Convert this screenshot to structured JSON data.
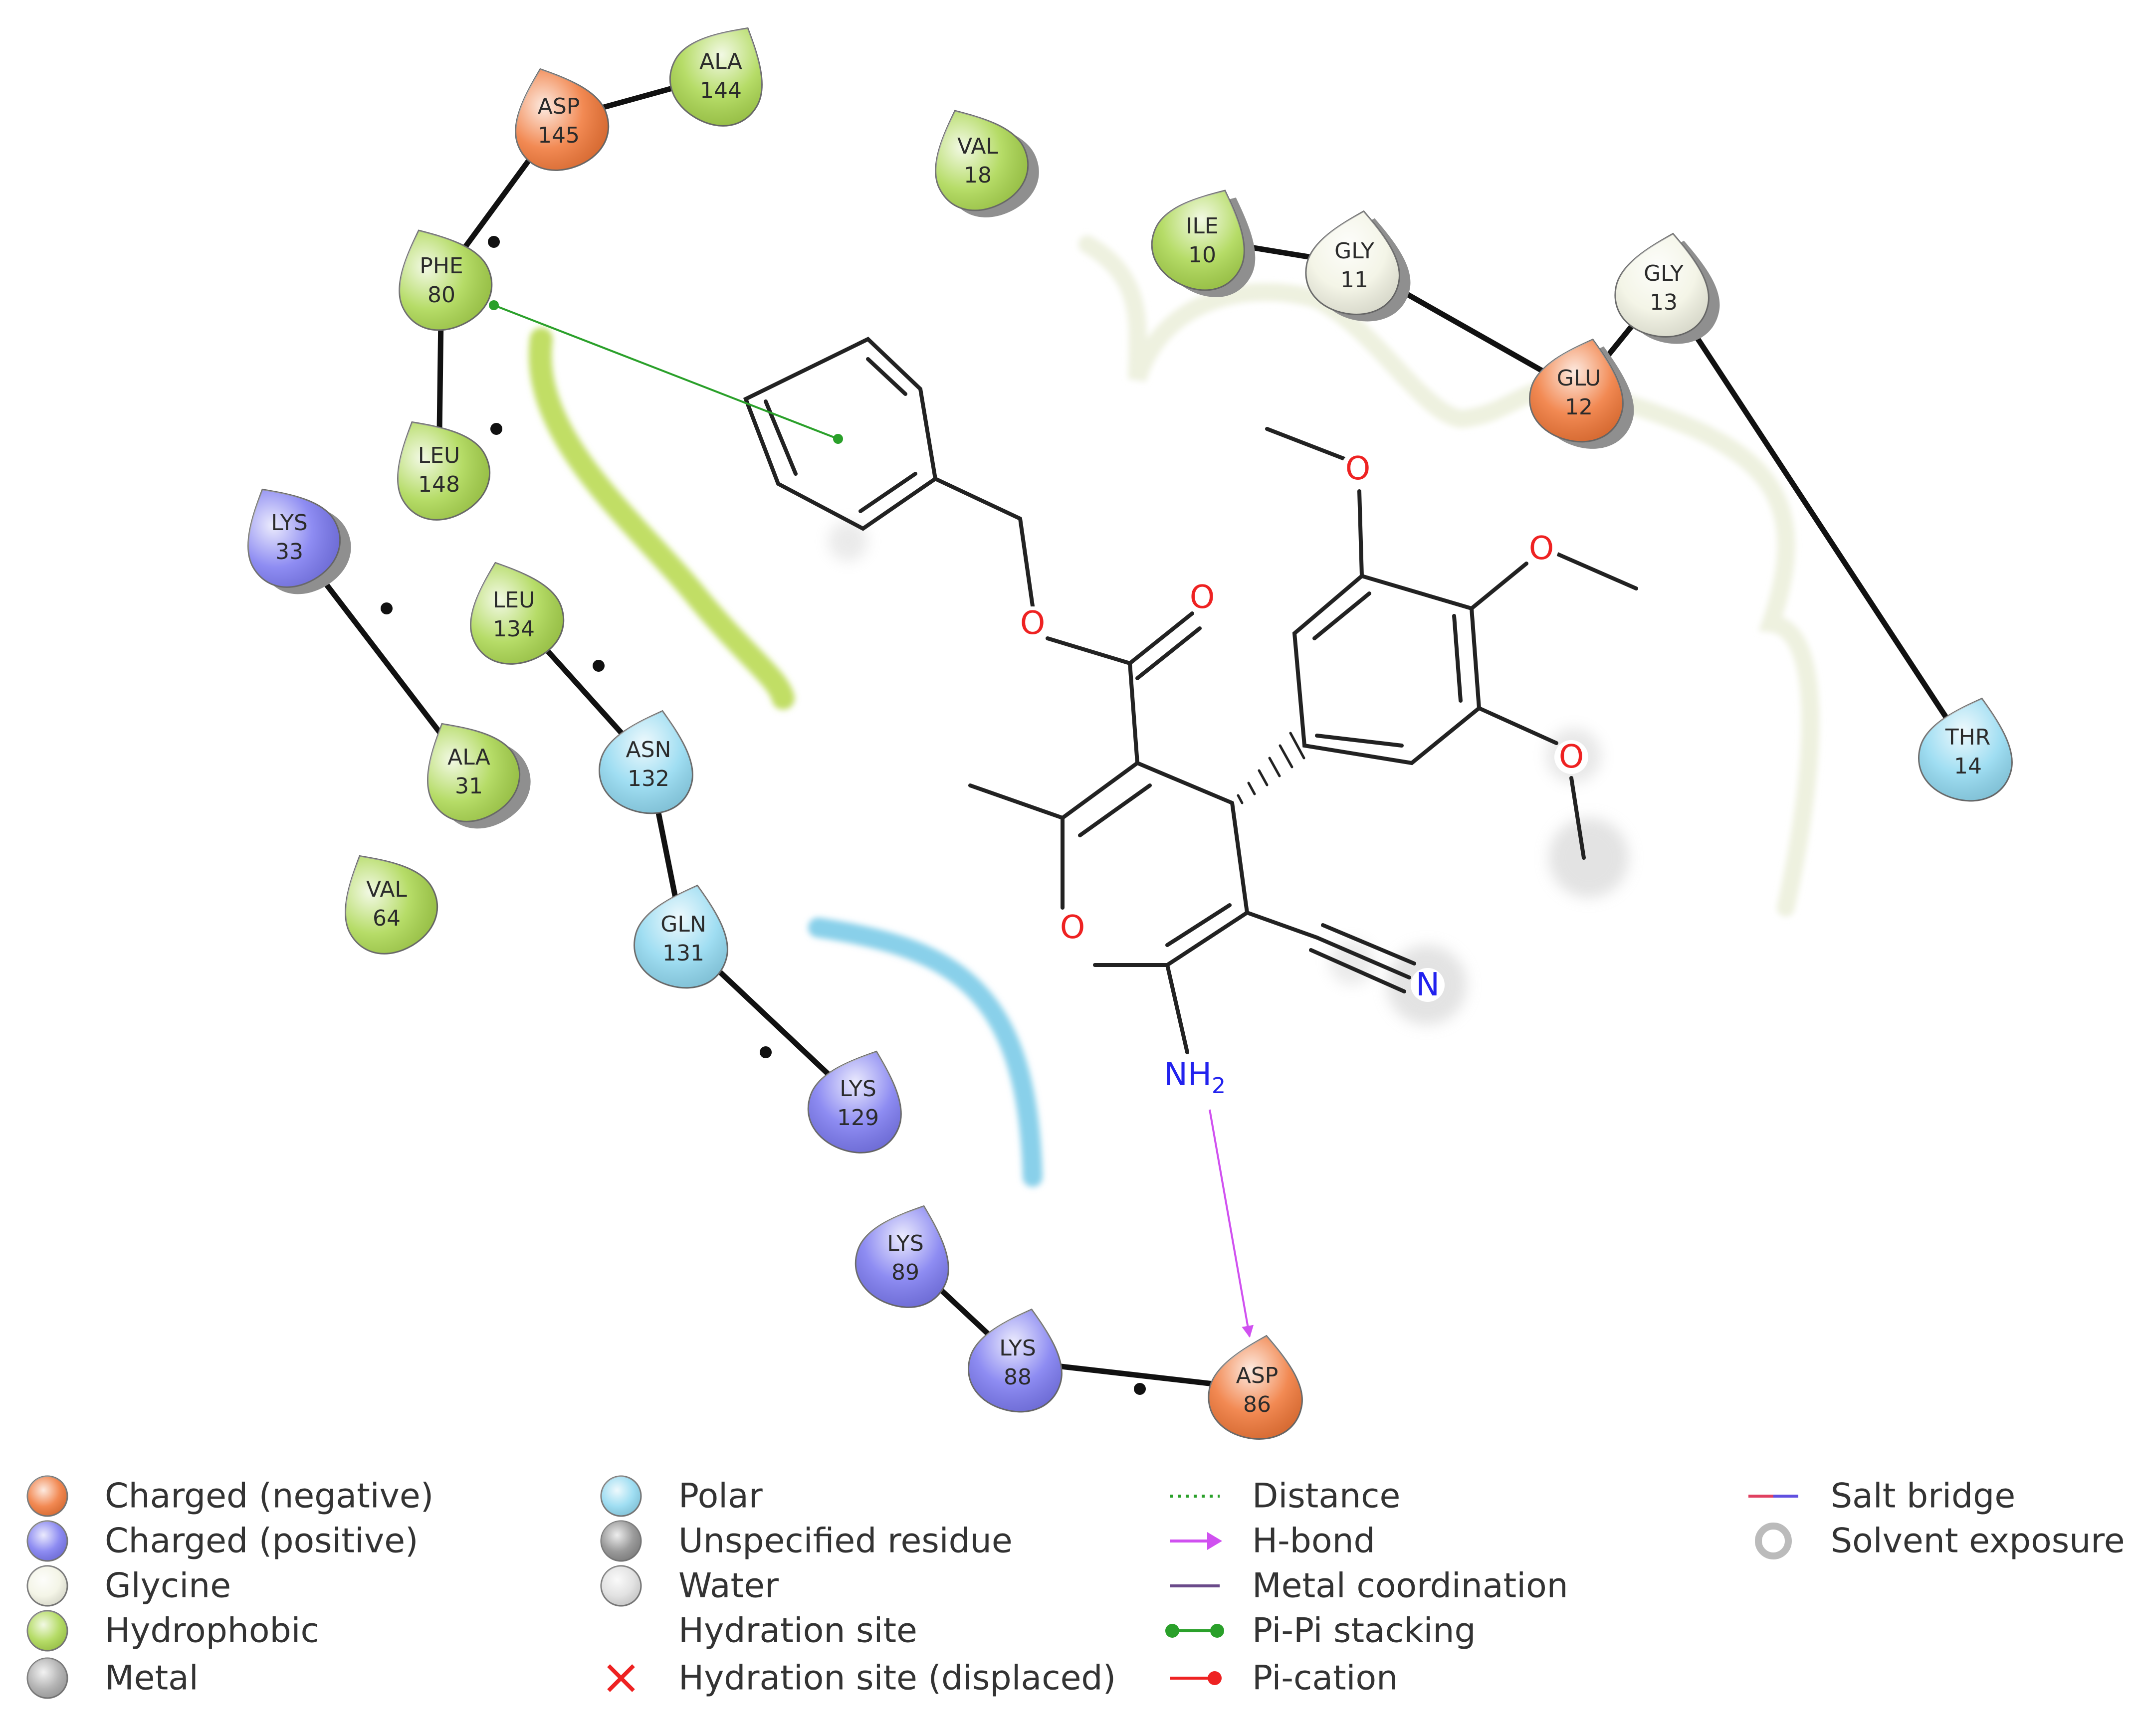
{
  "colors": {
    "charged_negative": "#f07535",
    "charged_positive": "#7a78f0",
    "glycine": "#f2f3e3",
    "hydrophobic": "#a9d64d",
    "polar": "#8fd8f0",
    "unspecified": "#8a8a8a",
    "water": "#dddddd",
    "metal": "#a8a8a8",
    "oxygen": "#ee2222",
    "nitrogen": "#2222ee",
    "hbond": "#d050f0",
    "pipi": "#2aa02a",
    "pocket_hydrophobic": "#b6d84a",
    "pocket_polar": "#74c8e6",
    "pocket_glycine": "#ecefdc"
  },
  "residues": [
    {
      "id": "asp145",
      "name": "ASP",
      "number": "145",
      "type": "charged_negative",
      "shadow": false
    },
    {
      "id": "ala144",
      "name": "ALA",
      "number": "144",
      "type": "hydrophobic",
      "shadow": false
    },
    {
      "id": "val18",
      "name": "VAL",
      "number": "18",
      "type": "hydrophobic",
      "shadow": true
    },
    {
      "id": "phe80",
      "name": "PHE",
      "number": "80",
      "type": "hydrophobic",
      "shadow": false
    },
    {
      "id": "leu148",
      "name": "LEU",
      "number": "148",
      "type": "hydrophobic",
      "shadow": false
    },
    {
      "id": "lys33",
      "name": "LYS",
      "number": "33",
      "type": "charged_positive",
      "shadow": true
    },
    {
      "id": "leu134",
      "name": "LEU",
      "number": "134",
      "type": "hydrophobic",
      "shadow": false
    },
    {
      "id": "ala31",
      "name": "ALA",
      "number": "31",
      "type": "hydrophobic",
      "shadow": true
    },
    {
      "id": "asn132",
      "name": "ASN",
      "number": "132",
      "type": "polar",
      "shadow": false
    },
    {
      "id": "val64",
      "name": "VAL",
      "number": "64",
      "type": "hydrophobic",
      "shadow": false
    },
    {
      "id": "gln131",
      "name": "GLN",
      "number": "131",
      "type": "polar",
      "shadow": false
    },
    {
      "id": "lys129",
      "name": "LYS",
      "number": "129",
      "type": "charged_positive",
      "shadow": false
    },
    {
      "id": "ile10",
      "name": "ILE",
      "number": "10",
      "type": "hydrophobic",
      "shadow": true
    },
    {
      "id": "gly11",
      "name": "GLY",
      "number": "11",
      "type": "glycine",
      "shadow": true
    },
    {
      "id": "gly13",
      "name": "GLY",
      "number": "13",
      "type": "glycine",
      "shadow": true
    },
    {
      "id": "glu12",
      "name": "GLU",
      "number": "12",
      "type": "charged_negative",
      "shadow": true
    },
    {
      "id": "thr14",
      "name": "THR",
      "number": "14",
      "type": "polar",
      "shadow": false
    },
    {
      "id": "lys89",
      "name": "LYS",
      "number": "89",
      "type": "charged_positive",
      "shadow": false
    },
    {
      "id": "lys88",
      "name": "LYS",
      "number": "88",
      "type": "charged_positive",
      "shadow": false
    },
    {
      "id": "asp86",
      "name": "ASP",
      "number": "86",
      "type": "charged_negative",
      "shadow": false
    }
  ],
  "backbone_links": [
    [
      "ala144",
      "asp145"
    ],
    [
      "asp145",
      "phe80"
    ],
    [
      "phe80",
      "leu148"
    ],
    [
      "lys33",
      "ala31"
    ],
    [
      "leu134",
      "asn132"
    ],
    [
      "asn132",
      "gln131"
    ],
    [
      "gln131",
      "lys129"
    ],
    [
      "ile10",
      "gly11"
    ],
    [
      "gly11",
      "glu12"
    ],
    [
      "glu12",
      "gly13"
    ],
    [
      "gly13",
      "thr14"
    ],
    [
      "lys89",
      "lys88"
    ],
    [
      "lys88",
      "asp86"
    ]
  ],
  "interactions": [
    {
      "type": "pi-pi",
      "residue": "phe80"
    },
    {
      "type": "h-bond",
      "residue": "asp86"
    }
  ],
  "atoms": [
    {
      "id": "o-ester",
      "symbol": "O",
      "element": "oxygen"
    },
    {
      "id": "o-carbonyl",
      "symbol": "O",
      "element": "oxygen"
    },
    {
      "id": "o-ring",
      "symbol": "O",
      "element": "oxygen"
    },
    {
      "id": "o-methoxy-1",
      "symbol": "O",
      "element": "oxygen"
    },
    {
      "id": "o-methoxy-2",
      "symbol": "O",
      "element": "oxygen"
    },
    {
      "id": "o-methoxy-3",
      "symbol": "O",
      "element": "oxygen"
    },
    {
      "id": "n-nitrile",
      "symbol": "N",
      "element": "nitrogen"
    },
    {
      "id": "nh2",
      "symbol": "NH",
      "subscript": "2",
      "element": "nitrogen"
    }
  ],
  "legend": {
    "columns": [
      [
        {
          "label": "Charged (negative)",
          "symbol": "circle",
          "color_key": "charged_negative"
        },
        {
          "label": "Charged (positive)",
          "symbol": "circle",
          "color_key": "charged_positive"
        },
        {
          "label": "Glycine",
          "symbol": "circle",
          "color_key": "glycine"
        },
        {
          "label": "Hydrophobic",
          "symbol": "circle",
          "color_key": "hydrophobic"
        },
        {
          "label": "Metal",
          "symbol": "circle",
          "color_key": "metal"
        }
      ],
      [
        {
          "label": "Polar",
          "symbol": "circle",
          "color_key": "polar"
        },
        {
          "label": "Unspecified residue",
          "symbol": "circle",
          "color_key": "unspecified"
        },
        {
          "label": "Water",
          "symbol": "circle",
          "color_key": "water"
        },
        {
          "label": "Hydration site",
          "symbol": "none",
          "color_key": ""
        },
        {
          "label": "Hydration site (displaced)",
          "symbol": "cross",
          "color_key": "oxygen"
        }
      ],
      [
        {
          "label": "Distance",
          "symbol": "dotted-line",
          "color_key": "pipi"
        },
        {
          "label": "H-bond",
          "symbol": "arrow",
          "color_key": "hbond"
        },
        {
          "label": "Metal coordination",
          "symbol": "line",
          "color_key": "metal_coordination"
        },
        {
          "label": "Pi-Pi stacking",
          "symbol": "dot-line",
          "color_key": "pipi"
        },
        {
          "label": "Pi-cation",
          "symbol": "dot-line-end",
          "color_key": "oxygen"
        }
      ],
      [
        {
          "label": "Salt bridge",
          "symbol": "gradient-line",
          "color_key": "salt_bridge"
        },
        {
          "label": "Solvent exposure",
          "symbol": "ring",
          "color_key": "unspecified"
        }
      ]
    ]
  }
}
